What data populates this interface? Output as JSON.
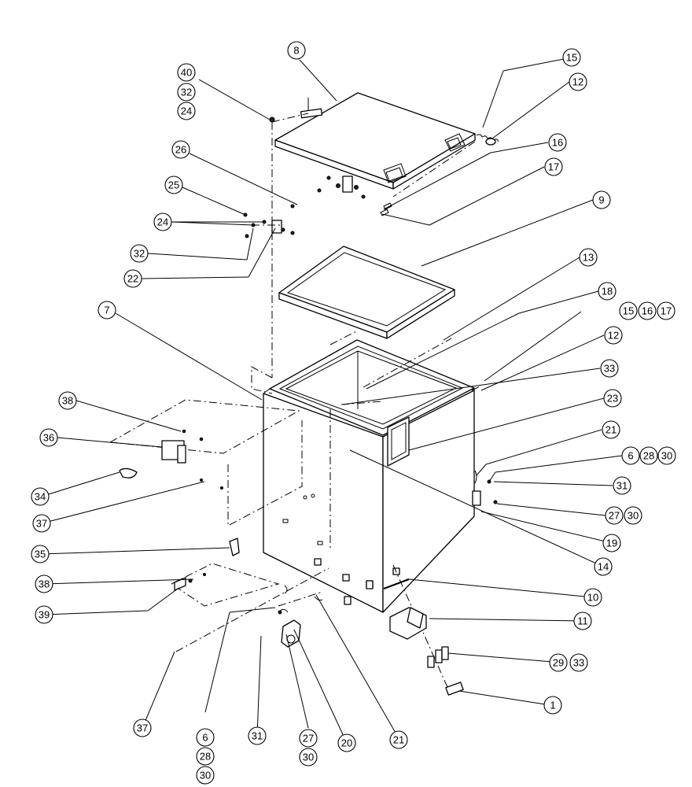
{
  "balloons": [
    {
      "id": "b-8",
      "label": "8"
    },
    {
      "id": "b-40",
      "label": "40"
    },
    {
      "id": "b-32a",
      "label": "32"
    },
    {
      "id": "b-24a",
      "label": "24"
    },
    {
      "id": "b-15a",
      "label": "15"
    },
    {
      "id": "b-12a",
      "label": "12"
    },
    {
      "id": "b-16a",
      "label": "16"
    },
    {
      "id": "b-17a",
      "label": "17"
    },
    {
      "id": "b-26",
      "label": "26"
    },
    {
      "id": "b-25",
      "label": "25"
    },
    {
      "id": "b-24b",
      "label": "24"
    },
    {
      "id": "b-32b",
      "label": "32"
    },
    {
      "id": "b-22",
      "label": "22"
    },
    {
      "id": "b-9",
      "label": "9"
    },
    {
      "id": "b-13",
      "label": "13"
    },
    {
      "id": "b-7",
      "label": "7"
    },
    {
      "id": "b-18",
      "label": "18"
    },
    {
      "id": "b-15b",
      "label": "15"
    },
    {
      "id": "b-16b",
      "label": "16"
    },
    {
      "id": "b-17b",
      "label": "17"
    },
    {
      "id": "b-12b",
      "label": "12"
    },
    {
      "id": "b-33a",
      "label": "33"
    },
    {
      "id": "b-38a",
      "label": "38"
    },
    {
      "id": "b-23",
      "label": "23"
    },
    {
      "id": "b-36",
      "label": "36"
    },
    {
      "id": "b-21a",
      "label": "21"
    },
    {
      "id": "b-6a",
      "label": "6"
    },
    {
      "id": "b-28a",
      "label": "28"
    },
    {
      "id": "b-30a",
      "label": "30"
    },
    {
      "id": "b-31a",
      "label": "31"
    },
    {
      "id": "b-34",
      "label": "34"
    },
    {
      "id": "b-27a",
      "label": "27"
    },
    {
      "id": "b-30b",
      "label": "30"
    },
    {
      "id": "b-37a",
      "label": "37"
    },
    {
      "id": "b-19",
      "label": "19"
    },
    {
      "id": "b-35",
      "label": "35"
    },
    {
      "id": "b-14",
      "label": "14"
    },
    {
      "id": "b-38b",
      "label": "38"
    },
    {
      "id": "b-10",
      "label": "10"
    },
    {
      "id": "b-39",
      "label": "39"
    },
    {
      "id": "b-11",
      "label": "11"
    },
    {
      "id": "b-29",
      "label": "29"
    },
    {
      "id": "b-33b",
      "label": "33"
    },
    {
      "id": "b-1",
      "label": "1"
    },
    {
      "id": "b-37b",
      "label": "37"
    },
    {
      "id": "b-6b",
      "label": "6"
    },
    {
      "id": "b-31b",
      "label": "31"
    },
    {
      "id": "b-27b",
      "label": "27"
    },
    {
      "id": "b-20",
      "label": "20"
    },
    {
      "id": "b-21b",
      "label": "21"
    },
    {
      "id": "b-28b",
      "label": "28"
    },
    {
      "id": "b-30c",
      "label": "30"
    },
    {
      "id": "b-30d",
      "label": "30"
    }
  ]
}
